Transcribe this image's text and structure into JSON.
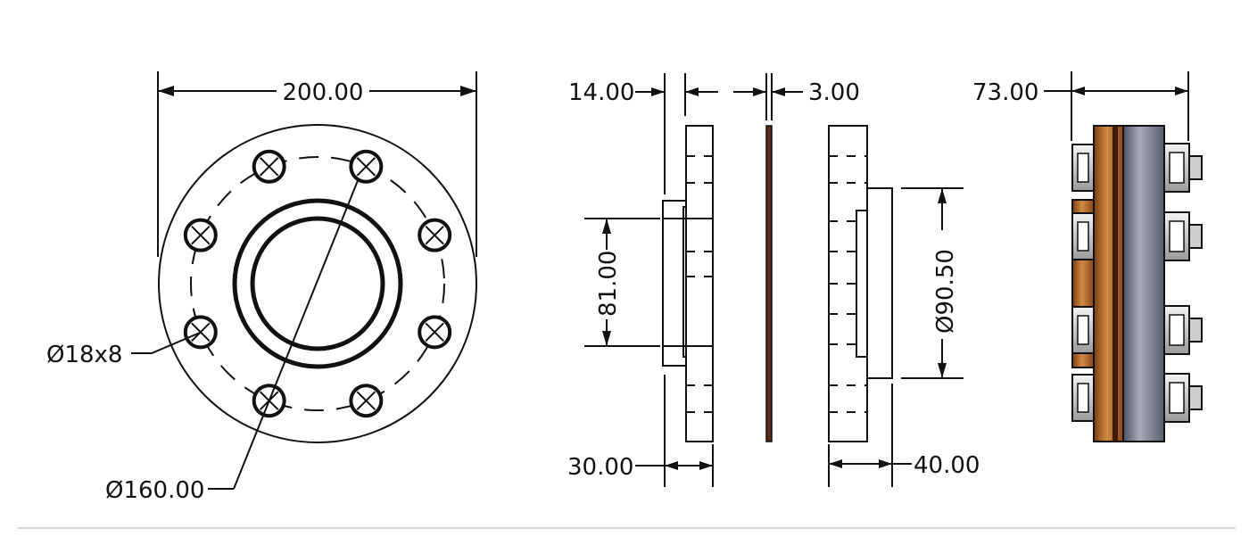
{
  "dimensions": {
    "overall_diameter": "200.00",
    "bolt_hole_callout": "Ø18x8",
    "bolt_circle_callout": "Ø160.00",
    "flange_thickness": "14.00",
    "gasket_thickness": "3.00",
    "assembly_length": "73.00",
    "hub_diameter": "81.00",
    "bore_diameter": "Ø90.50",
    "left_part_length": "30.00",
    "right_part_length": "40.00"
  },
  "colors": {
    "line": "#111111",
    "copper": "#b56a2c",
    "steel": "#7b7f90",
    "bolt": "#d9d9d9"
  }
}
